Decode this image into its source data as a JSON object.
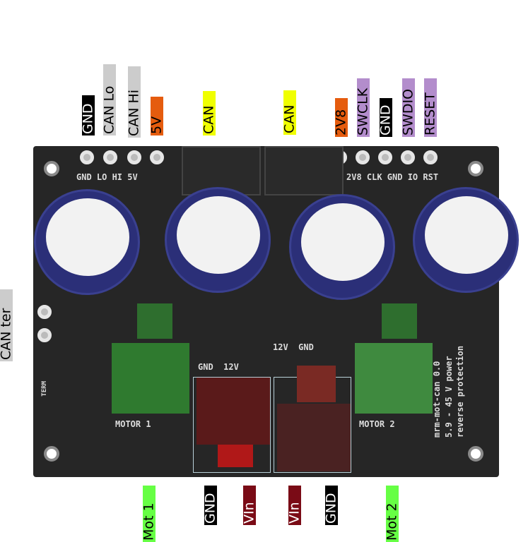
{
  "top_labels": [
    {
      "text": "GND",
      "color": "#000000",
      "fg": "#ffffff"
    },
    {
      "text": "CAN Lo",
      "color": "#cccccc",
      "fg": "#000000"
    },
    {
      "text": "CAN Hi",
      "color": "#cccccc",
      "fg": "#000000"
    },
    {
      "text": "5V",
      "color": "#e55c0e",
      "fg": "#000000"
    },
    {
      "text": "CAN",
      "color": "#f0ff00",
      "fg": "#000000"
    },
    {
      "text": "CAN",
      "color": "#f0ff00",
      "fg": "#000000"
    },
    {
      "text": "2V8",
      "color": "#e55c0e",
      "fg": "#000000"
    },
    {
      "text": "SWCLK",
      "color": "#b38dcc",
      "fg": "#000000"
    },
    {
      "text": "GND",
      "color": "#000000",
      "fg": "#ffffff"
    },
    {
      "text": "SWDIO",
      "color": "#b38dcc",
      "fg": "#000000"
    },
    {
      "text": "RESET",
      "color": "#b38dcc",
      "fg": "#000000"
    }
  ],
  "side_label": {
    "text": "CAN ter",
    "color": "#cccccc"
  },
  "bottom_labels": [
    {
      "text": "Mot 1",
      "color": "#66ff44",
      "fg": "#000000"
    },
    {
      "text": "GND",
      "color": "#000000",
      "fg": "#ffffff"
    },
    {
      "text": "VIn",
      "color": "#7a0b16",
      "fg": "#ffffff"
    },
    {
      "text": "VIn",
      "color": "#7a0b16",
      "fg": "#ffffff"
    },
    {
      "text": "GND",
      "color": "#000000",
      "fg": "#ffffff"
    },
    {
      "text": "Mot 2",
      "color": "#66ff44",
      "fg": "#000000"
    }
  ],
  "silkscreen": {
    "left_header": "GND LO HI 5V",
    "right_header": "2V8 CLK GND IO RST",
    "motor1": "MOTOR 1",
    "motor2": "MOTOR 2",
    "pwr_left": "GND  12V",
    "pwr_right": "12V  GND",
    "term": "TERM",
    "board_name": "mrm-mot-can 0.0",
    "power_range": "5.9 - 45 V power",
    "protection": "reverse protection"
  }
}
